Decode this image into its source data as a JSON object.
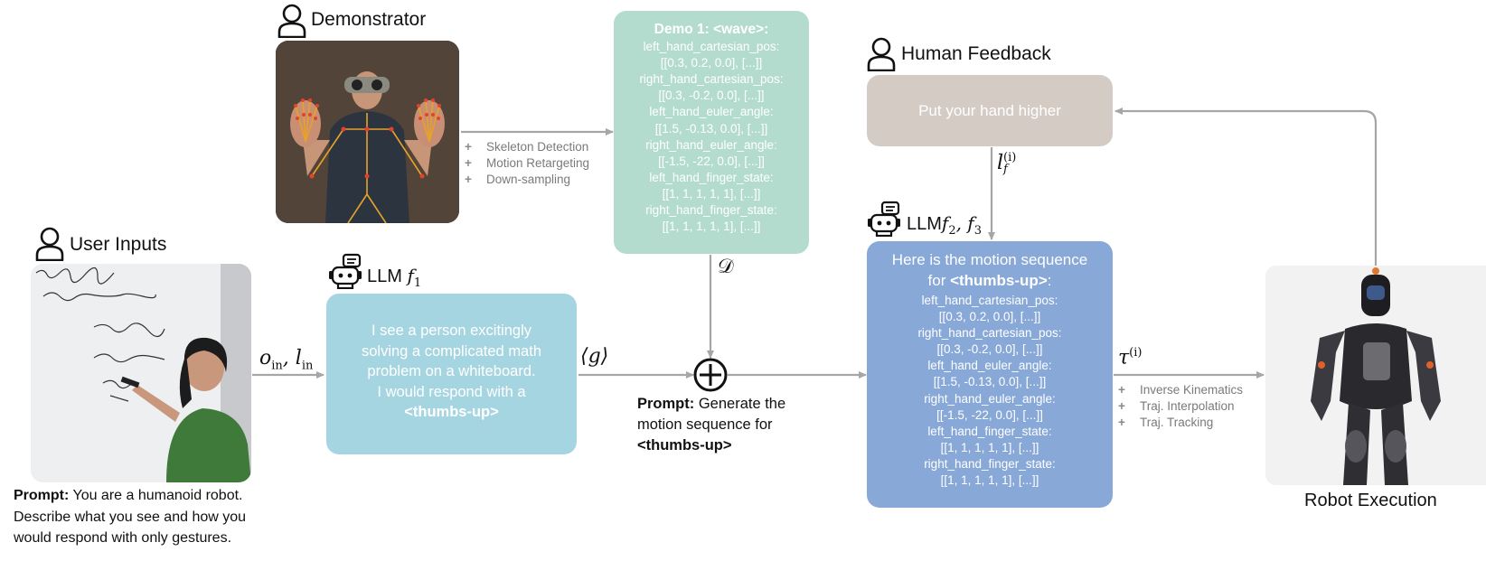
{
  "demonstrator": {
    "heading": "Demonstrator",
    "processing": [
      "Skeleton Detection",
      "Motion Retargeting",
      "Down-sampling"
    ]
  },
  "demo": {
    "title_pre": "Demo 1: ",
    "title_tag": "<wave>",
    "title_post": ":",
    "lines": [
      "left_hand_cartesian_pos:",
      "[[0.3, 0.2, 0.0], [...]]",
      "right_hand_cartesian_pos:",
      "[[0.3, -0.2, 0.0], [...]]",
      "left_hand_euler_angle:",
      "[[1.5, -0.13, 0.0], [...]]",
      "right_hand_euler_angle:",
      "[[-1.5, -22, 0.0], [...]]",
      "left_hand_finger_state:",
      "[[1, 1, 1, 1, 1], [...]]",
      "right_hand_finger_state:",
      "[[1, 1, 1, 1, 1], [...]]"
    ],
    "symbol": "𝒟"
  },
  "user_inputs": {
    "heading": "User Inputs",
    "prompt_label": "Prompt:",
    "prompt_line1": " You are a humanoid robot.",
    "prompt_line2": "Describe what you see and how you",
    "prompt_line3": "would respond with only gestures."
  },
  "llm1": {
    "label": "LLM",
    "symbol": "f",
    "subscript": "1",
    "input_symbol": "o",
    "input_sub1": "in",
    "input_sep": ", l",
    "input_sub2": "in",
    "lines": [
      "I see a person excitingly",
      "solving a complicated math",
      "problem on a whiteboard.",
      "I would respond with a"
    ],
    "tag": "<thumbs-up>",
    "output_symbol": "⟨g⟩"
  },
  "combine": {
    "prompt_label": "Prompt:",
    "prompt_line1": " Generate the",
    "prompt_line2": "motion sequence for",
    "prompt_tag": "<thumbs-up>"
  },
  "feedback": {
    "heading": "Human Feedback",
    "text": "Put your hand higher",
    "symbol": "l",
    "sub": "f",
    "sup": "(i)"
  },
  "llm2": {
    "label": "LLM",
    "symbol": "f",
    "sub1": "2",
    "sep": ", f",
    "sub2": "3",
    "lead1": "Here is the motion sequence",
    "lead2_pre": "for ",
    "lead2_tag": "<thumbs-up>",
    "lead2_post": ":",
    "lines": [
      "left_hand_cartesian_pos:",
      "[[0.3, 0.2, 0.0], [...]]",
      "right_hand_cartesian_pos:",
      "[[0.3, -0.2, 0.0], [...]]",
      "left_hand_euler_angle:",
      "[[1.5, -0.13, 0.0], [...]]",
      "right_hand_euler_angle:",
      "[[-1.5, -22, 0.0], [...]]",
      "left_hand_finger_state:",
      "[[1, 1, 1, 1, 1], [...]]",
      "right_hand_finger_state:",
      "[[1, 1, 1, 1, 1], [...]]"
    ],
    "output_symbol": "τ",
    "output_sup": "(i)",
    "processing": [
      "Inverse Kinematics",
      "Traj. Interpolation",
      "Traj. Tracking"
    ]
  },
  "robot": {
    "caption": "Robot Execution"
  },
  "colors": {
    "arrow": "#a6a6a6",
    "demo_box": "#b3dccf",
    "llm1_box": "#a6d5e2",
    "llm2_box": "#88a8d8",
    "feedback_box": "#d5cbc5"
  }
}
